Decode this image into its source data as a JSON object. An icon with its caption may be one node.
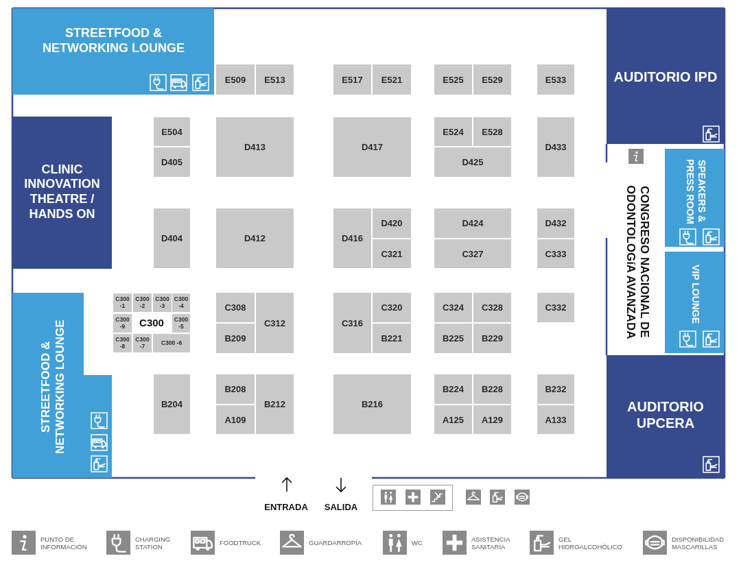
{
  "diagram": {
    "nodes": [
      {
        "text": [
          "STREETFOOD & NETWORKING LOUNGE"
        ]
      },
      {
        "text": [
          "AUDITORIO IPD"
        ]
      },
      {
        "text": [
          "CLINIC INNOVATION THEATRE / HANDS ON"
        ]
      },
      {
        "text": [
          "SPEAKERS & PRESS ROOM"
        ]
      },
      {
        "text": [
          "VIP LOUNGE"
        ]
      },
      {
        "text": [
          "STREETFOOD & NETWORKING LOUNGE"
        ]
      },
      {
        "text": [
          "AUDITORIO UPCERA"
        ]
      },
      {
        "text": [
          "E509"
        ]
      },
      {
        "text": [
          "E513"
        ]
      },
      {
        "text": [
          "E517"
        ]
      },
      {
        "text": [
          "E521"
        ]
      },
      {
        "text": [
          "E525"
        ]
      },
      {
        "text": [
          "E529"
        ]
      },
      {
        "text": [
          "E533"
        ]
      },
      {
        "text": [
          "E504"
        ]
      },
      {
        "text": [
          "D413"
        ]
      },
      {
        "text": [
          "D417"
        ]
      },
      {
        "text": [
          "E524"
        ]
      },
      {
        "text": [
          "E528"
        ]
      },
      {
        "text": [
          "D433"
        ]
      },
      {
        "text": [
          "D405"
        ]
      },
      {
        "text": [
          "D425"
        ]
      },
      {
        "text": [
          "D404"
        ]
      },
      {
        "text": [
          "D412"
        ]
      },
      {
        "text": [
          "D416"
        ]
      },
      {
        "text": [
          "D420"
        ]
      },
      {
        "text": [
          "D424"
        ]
      },
      {
        "text": [
          "D432"
        ]
      },
      {
        "text": [
          "C321"
        ]
      },
      {
        "text": [
          "C327"
        ]
      },
      {
        "text": [
          "C333"
        ]
      },
      {
        "text": [
          "C300"
        ]
      },
      {
        "text": [
          "C300 -1"
        ],
        "in": 31
      },
      {
        "text": [
          "C300 -2"
        ],
        "in": 31
      },
      {
        "text": [
          "C300 -3"
        ],
        "in": 31
      },
      {
        "text": [
          "C300 -4"
        ],
        "in": 31
      },
      {
        "text": [
          "C300 -9"
        ],
        "in": 31
      },
      {
        "text": [
          "C300 -5"
        ],
        "in": 31
      },
      {
        "text": [
          "C300 -8"
        ],
        "in": 31
      },
      {
        "text": [
          "C300 -7"
        ],
        "in": 31
      },
      {
        "text": [
          "C300 -6"
        ],
        "in": 31
      },
      {
        "text": [
          "C308"
        ]
      },
      {
        "text": [
          "C312"
        ]
      },
      {
        "text": [
          "C316"
        ]
      },
      {
        "text": [
          "C320"
        ]
      },
      {
        "text": [
          "C324"
        ]
      },
      {
        "text": [
          "C328"
        ]
      },
      {
        "text": [
          "C332"
        ]
      },
      {
        "text": [
          "B209"
        ]
      },
      {
        "text": [
          "B221"
        ]
      },
      {
        "text": [
          "B225"
        ]
      },
      {
        "text": [
          "B229"
        ]
      },
      {
        "text": [
          "B204"
        ]
      },
      {
        "text": [
          "B208"
        ]
      },
      {
        "text": [
          "B212"
        ]
      },
      {
        "text": [
          "B216"
        ]
      },
      {
        "text": [
          "B224"
        ]
      },
      {
        "text": [
          "B228"
        ]
      },
      {
        "text": [
          "B232"
        ]
      },
      {
        "text": [
          "A109"
        ]
      },
      {
        "text": [
          "A125"
        ]
      },
      {
        "text": [
          "A129"
        ]
      },
      {
        "text": [
          "A133"
        ]
      }
    ],
    "labels": [
      "CONGRESO NACIONAL DE ODONTOLOGíA AVANZADA",
      "ENTRADA",
      "SALIDA"
    ],
    "legend": [
      {
        "text": "PUNTO DE INFORMACIÓN"
      },
      {
        "text": "CHARGING STATION"
      },
      {
        "text": "FOODTRUCK"
      },
      {
        "text": "GUARDARROPÍA"
      },
      {
        "text": "WC"
      },
      {
        "text": "ASISTENCIA SANITARIA"
      },
      {
        "text": "GEL HIDROALCOHÓLICO"
      },
      {
        "text": "DISPONIBILIDAD MASCARILLAS"
      }
    ]
  }
}
